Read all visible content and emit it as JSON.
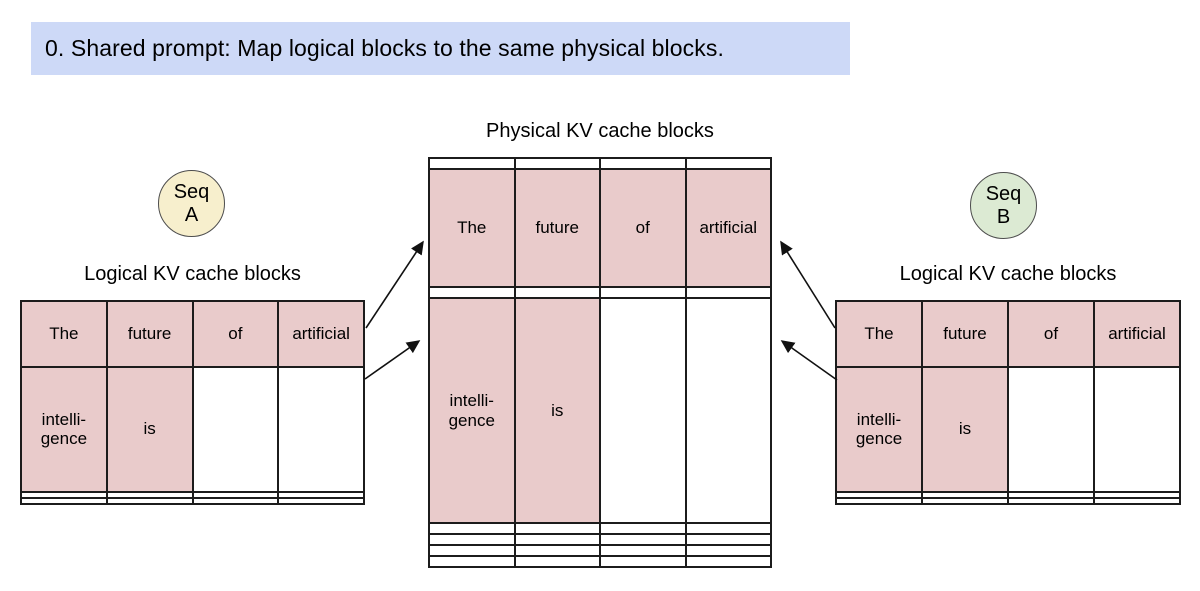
{
  "banner": {
    "text": "0. Shared prompt: Map logical blocks to the same physical blocks."
  },
  "physical": {
    "label": "Physical KV cache blocks"
  },
  "seq_a": {
    "badge_line1": "Seq",
    "badge_line2": "A",
    "table_label": "Logical KV cache blocks"
  },
  "seq_b": {
    "badge_line1": "Seq",
    "badge_line2": "B",
    "table_label": "Logical KV cache blocks"
  },
  "tables": {
    "physical": {
      "rows": [
        [
          "",
          "",
          "",
          ""
        ],
        [
          "The",
          "future",
          "of",
          "artificial"
        ],
        [
          "",
          "",
          "",
          ""
        ],
        [
          "intelli-\ngence",
          "is",
          "",
          ""
        ],
        [
          "",
          "",
          "",
          ""
        ],
        [
          "",
          "",
          "",
          ""
        ],
        [
          "",
          "",
          "",
          ""
        ],
        [
          "",
          "",
          "",
          ""
        ]
      ],
      "filled": [
        [
          0,
          0,
          0,
          0
        ],
        [
          1,
          1,
          1,
          1
        ],
        [
          0,
          0,
          0,
          0
        ],
        [
          1,
          1,
          0,
          0
        ],
        [
          0,
          0,
          0,
          0
        ],
        [
          0,
          0,
          0,
          0
        ],
        [
          0,
          0,
          0,
          0
        ],
        [
          0,
          0,
          0,
          0
        ]
      ]
    },
    "seq_a": {
      "rows": [
        [
          "The",
          "future",
          "of",
          "artificial"
        ],
        [
          "intelli-\ngence",
          "is",
          "",
          ""
        ],
        [
          "",
          "",
          "",
          ""
        ],
        [
          "",
          "",
          "",
          ""
        ]
      ],
      "filled": [
        [
          1,
          1,
          1,
          1
        ],
        [
          1,
          1,
          0,
          0
        ],
        [
          0,
          0,
          0,
          0
        ],
        [
          0,
          0,
          0,
          0
        ]
      ]
    },
    "seq_b": {
      "rows": [
        [
          "The",
          "future",
          "of",
          "artificial"
        ],
        [
          "intelli-\ngence",
          "is",
          "",
          ""
        ],
        [
          "",
          "",
          "",
          ""
        ],
        [
          "",
          "",
          "",
          ""
        ]
      ],
      "filled": [
        [
          1,
          1,
          1,
          1
        ],
        [
          1,
          1,
          0,
          0
        ],
        [
          0,
          0,
          0,
          0
        ],
        [
          0,
          0,
          0,
          0
        ]
      ]
    }
  },
  "colors": {
    "highlight": "#e9cbcb",
    "banner_bg": "#cdd9f7",
    "seq_a_bg": "#f7efcd",
    "seq_b_bg": "#dcead3"
  }
}
